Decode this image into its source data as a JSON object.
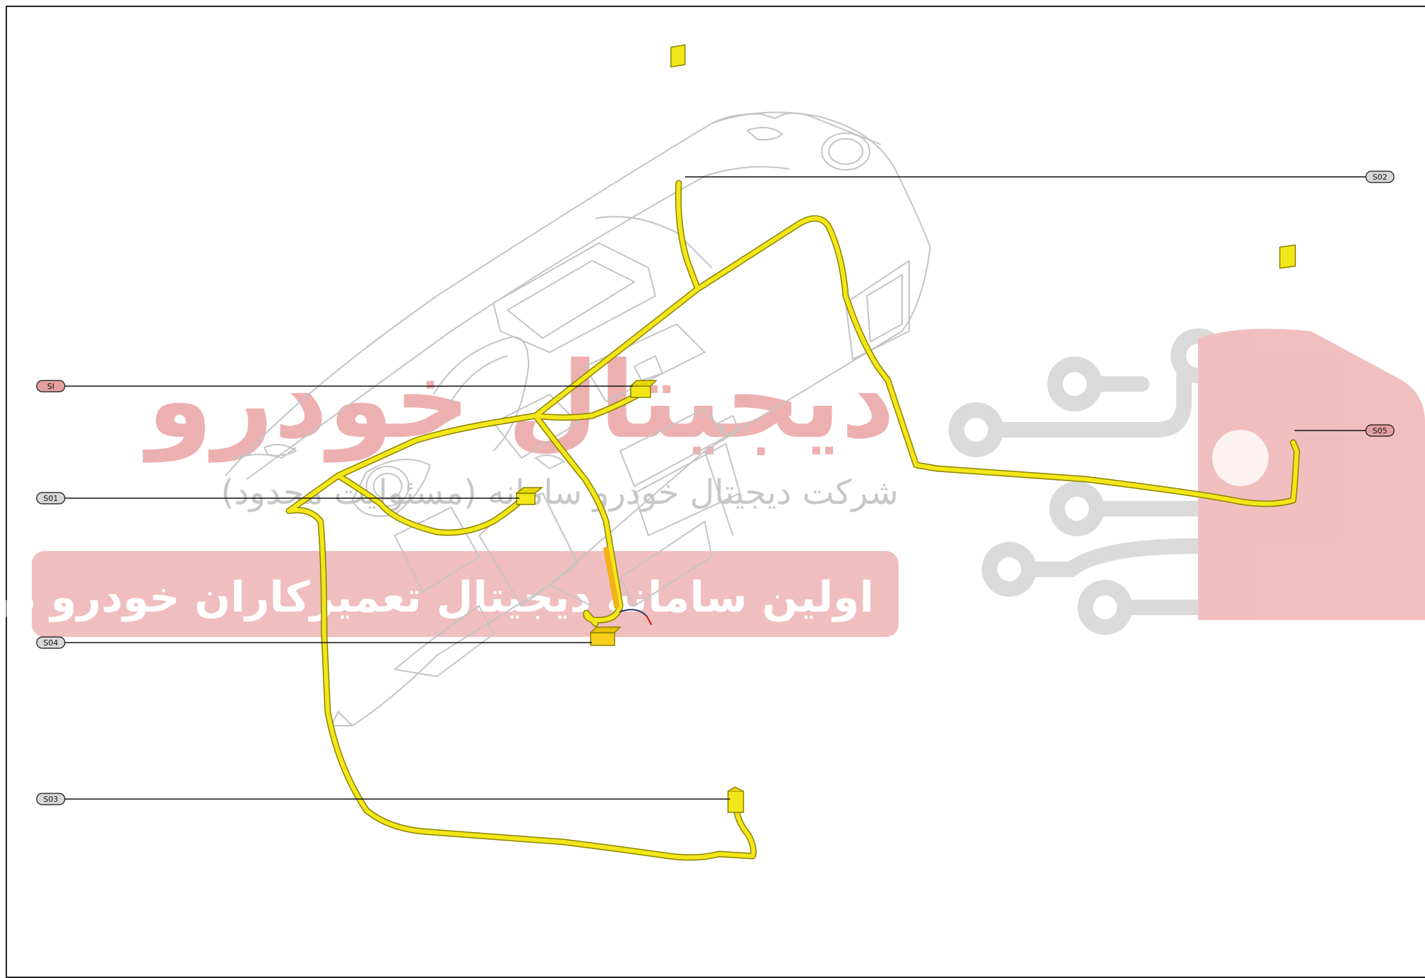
{
  "watermark": {
    "logo_text": "دیجیتال خودرو",
    "company_line": "شرکت دیجیتال خودرو سامانه (مسئولیت محدود)",
    "banner_line": "اولین سامانه دیجیتال تعمیرکاران خودرو در ایران",
    "color": "#e08080"
  },
  "connectors": {
    "si": "SI",
    "s01": "S01",
    "s02": "S02",
    "s03": "S03",
    "s04": "S04",
    "s05": "S05"
  },
  "colors": {
    "harness": "#f3e619",
    "harness_outline": "#8a8200",
    "dashboard_outline": "#c8c8c8",
    "leader_line": "#111111",
    "label_fill": "#d8d8d8"
  }
}
